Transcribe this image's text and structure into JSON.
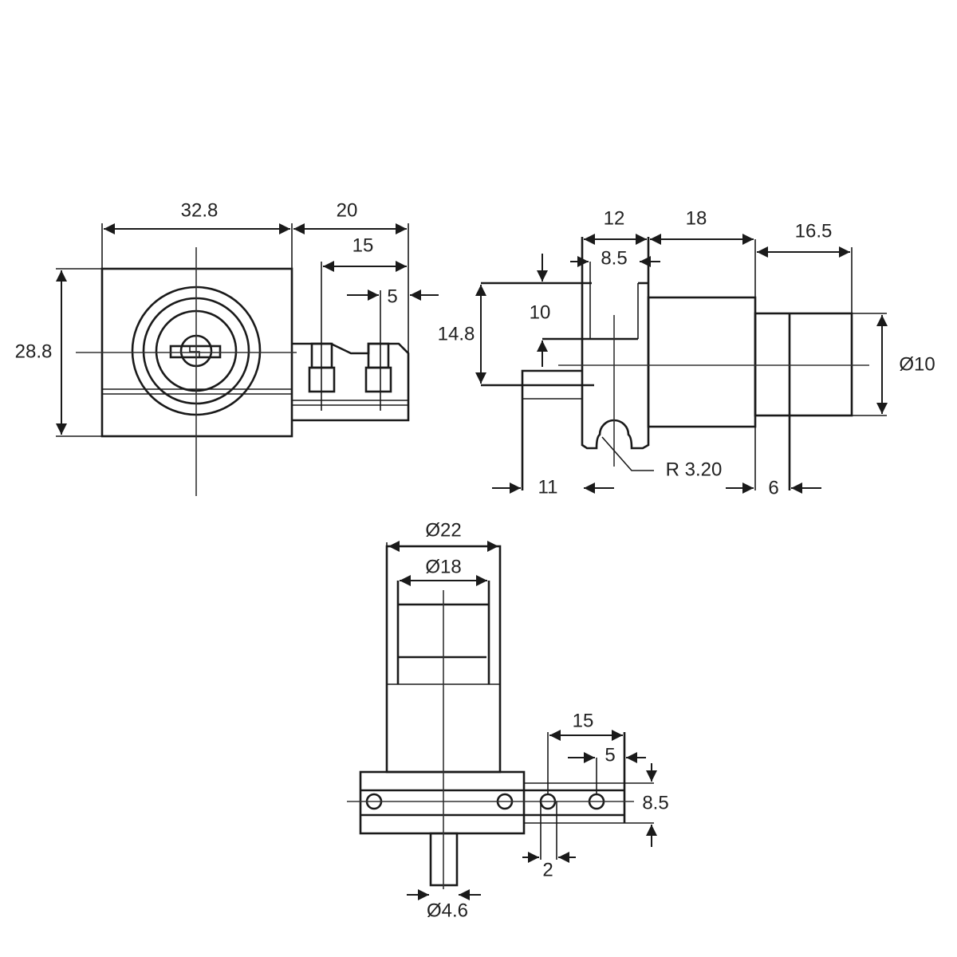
{
  "front_view": {
    "width": "32.8",
    "height": "28.8",
    "bracket_length": "20",
    "pin_span": "15",
    "pin_offset": "5"
  },
  "side_view": {
    "flange_width": "12",
    "slot_width": "8.5",
    "body_length": "18",
    "tip_length": "16.5",
    "tab_height": "14.8",
    "tab_offset": "10",
    "tip_diameter": "Ø10",
    "notch_radius": "R 3.20",
    "tab_length": "11",
    "shoulder": "6"
  },
  "top_view": {
    "outer_diameter": "Ø22",
    "inner_diameter": "Ø18",
    "pin_span": "15",
    "pin_offset": "5",
    "rail_height": "8.5",
    "hole_diameter": "2",
    "shaft_diameter": "Ø4.6"
  }
}
